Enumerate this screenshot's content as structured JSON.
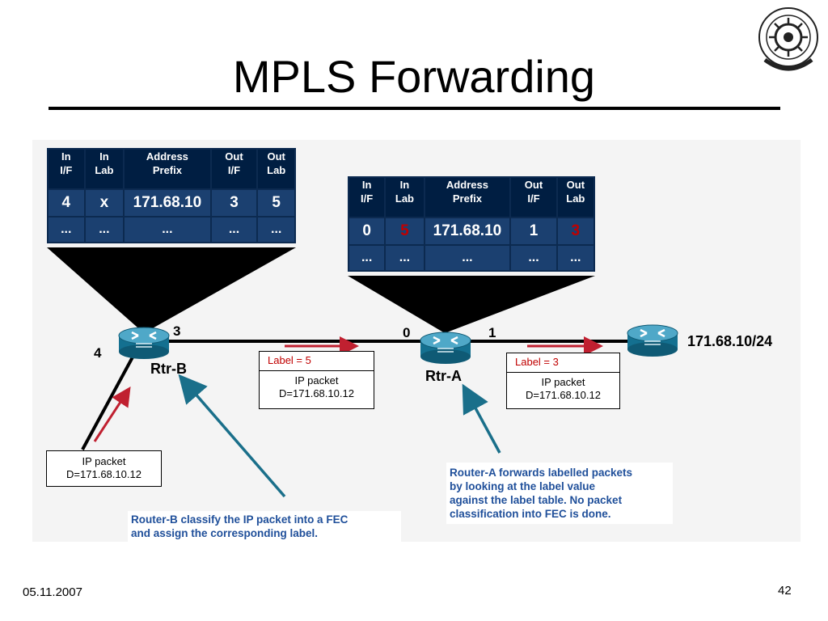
{
  "slide": {
    "title": "MPLS Forwarding",
    "date": "05.11.2007",
    "page_number": "42"
  },
  "colors": {
    "table_header": "#001e42",
    "table_cell": "#1b4070",
    "label_red": "#c00000",
    "note_blue": "#1f4f9a",
    "arrow_teal": "#1a6f8a"
  },
  "table_b": {
    "headers": [
      "In\nI/F",
      "In\nLab",
      "Address\nPrefix",
      "Out\nI/F",
      "Out\nLab"
    ],
    "row": [
      "4",
      "x",
      "171.68.10",
      "3",
      "5"
    ],
    "dots": [
      "...",
      "...",
      "...",
      "...",
      "..."
    ]
  },
  "table_a": {
    "headers": [
      "In\nI/F",
      "In\nLab",
      "Address\nPrefix",
      "Out\nI/F",
      "Out\nLab"
    ],
    "row": [
      "0",
      "5",
      "171.68.10",
      "1",
      "3"
    ],
    "dots": [
      "...",
      "...",
      "...",
      "...",
      "..."
    ]
  },
  "routers": {
    "rtr_b": "Rtr-B",
    "rtr_a": "Rtr-A",
    "dest": "171.68.10/24"
  },
  "ports": {
    "b_in": "4",
    "b_out": "3",
    "a_in": "0",
    "a_out": "1"
  },
  "packets": {
    "ingress": {
      "line1": "IP packet",
      "line2": "D=171.68.10.12"
    },
    "b_to_a": {
      "label": "Label = 5",
      "line1": "IP packet",
      "line2": "D=171.68.10.12"
    },
    "a_to_dest": {
      "label": "Label = 3",
      "line1": "IP packet",
      "line2": "D=171.68.10.12"
    }
  },
  "notes": {
    "router_b": [
      "Router-B classify the IP packet into a FEC",
      "and assign the corresponding label."
    ],
    "router_a": [
      "Router-A forwards labelled packets",
      "by looking at the label value",
      "against the label table. No packet",
      "classification into FEC is done."
    ]
  }
}
